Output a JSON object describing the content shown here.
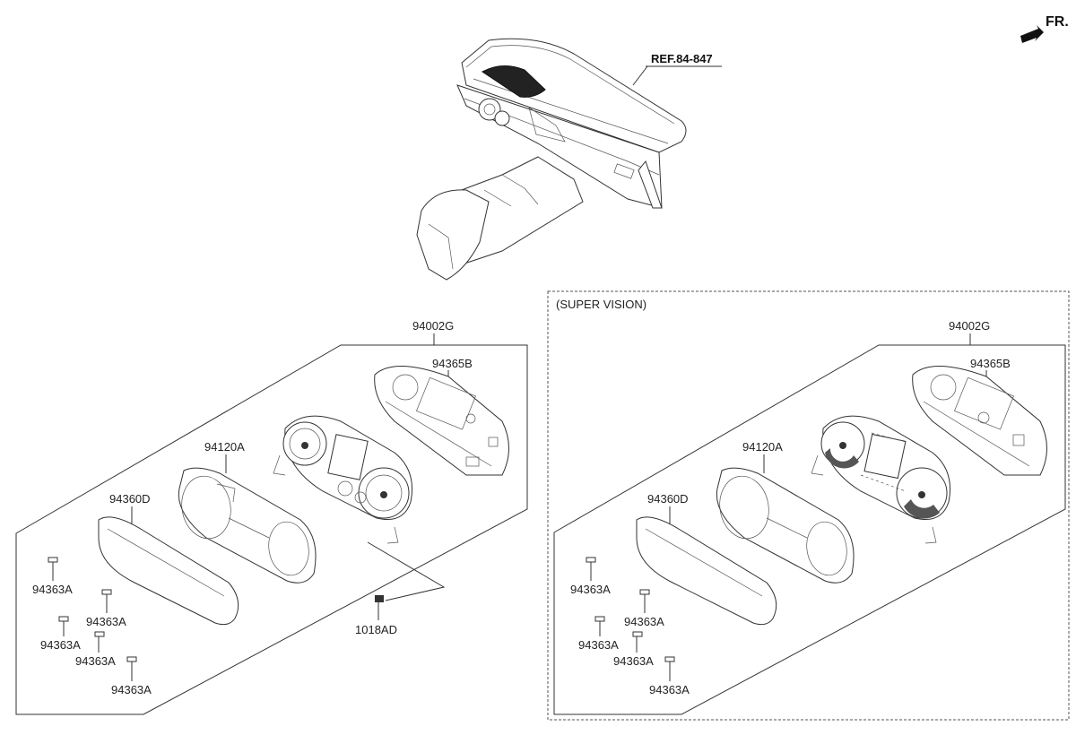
{
  "header": {
    "direction_label": "FR.",
    "ref_label": "REF.84-847"
  },
  "panels": [
    {
      "title": "",
      "callouts": {
        "assembly": "94002G",
        "back_cover": "94365B",
        "lens": "94120A",
        "mask": "94360D",
        "bulb_1": "94363A",
        "bulb_2": "94363A",
        "bulb_3": "94363A",
        "bulb_4": "94363A",
        "bulb_5": "94363A",
        "screw": "1018AD"
      }
    },
    {
      "title": "(SUPER VISION)",
      "callouts": {
        "assembly": "94002G",
        "back_cover": "94365B",
        "lens": "94120A",
        "mask": "94360D",
        "bulb_1": "94363A",
        "bulb_2": "94363A",
        "bulb_3": "94363A",
        "bulb_4": "94363A",
        "bulb_5": "94363A"
      }
    }
  ]
}
